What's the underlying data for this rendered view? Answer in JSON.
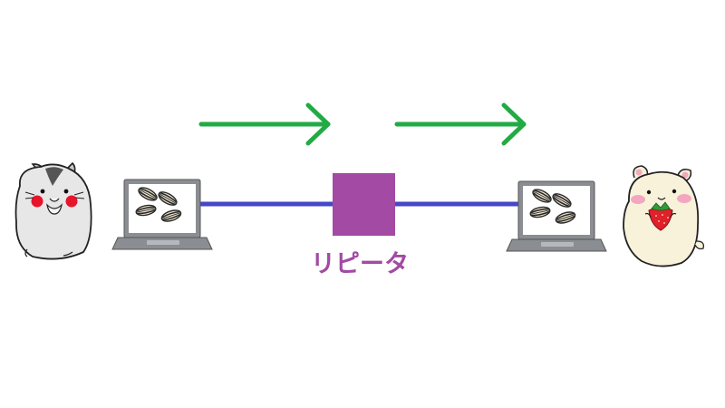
{
  "diagram": {
    "repeater_label": "リピータ",
    "colors": {
      "arrow": "#22aa44",
      "cable": "#4646c8",
      "repeater": "#a24aa4",
      "label": "#a24aa4",
      "laptop_body": "#7c7f84",
      "laptop_screen": "#ffffff"
    },
    "nodes": [
      {
        "id": "sender",
        "icon": "gray-hamster-icon"
      },
      {
        "id": "laptop-left",
        "icon": "laptop-icon",
        "screen_content": "sunflower-seeds-icon"
      },
      {
        "id": "repeater",
        "icon": "repeater-box"
      },
      {
        "id": "laptop-right",
        "icon": "laptop-icon",
        "screen_content": "sunflower-seeds-icon"
      },
      {
        "id": "receiver",
        "icon": "cream-hamster-with-strawberry-icon"
      }
    ],
    "arrows": [
      {
        "id": "arrow-1",
        "direction": "right"
      },
      {
        "id": "arrow-2",
        "direction": "right"
      }
    ]
  }
}
